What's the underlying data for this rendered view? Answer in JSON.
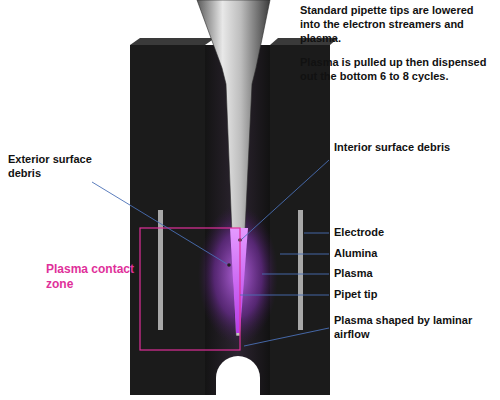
{
  "diagram": {
    "labels": [
      "Standard pipette tips are lowered into the electron streamers and plasma.",
      "Plasma is pulled up then dispensed out the bottom 6 to 8 cycles.",
      "Exterior surface debris",
      "Interior surface debris",
      "Plasma contact zone",
      "Electrode",
      "Alumina",
      "Plasma",
      "Pipet tip",
      "Plasma shaped by laminar airflow"
    ]
  }
}
